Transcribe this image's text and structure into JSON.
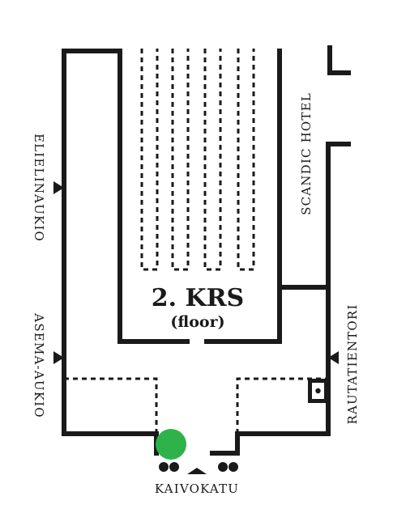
{
  "floor": {
    "number": "2. KRS",
    "subtitle": "(floor)"
  },
  "streets": {
    "left_top": "ELIELINAUKIO",
    "left_bottom": "ASEMA-AUKIO",
    "right_top": "SCANDIC HOTEL",
    "right_bottom": "RAUTATIENTORI",
    "bottom": "KAIVOKATU"
  },
  "colors": {
    "walls": "#1a1a1a",
    "location_marker": "#2db34a"
  },
  "icons": {
    "location": "you-are-here-marker",
    "elevator": "elevator-icon",
    "entrance": "entrance-arrow-icon",
    "gate": "turnstile-wheels-icon"
  }
}
